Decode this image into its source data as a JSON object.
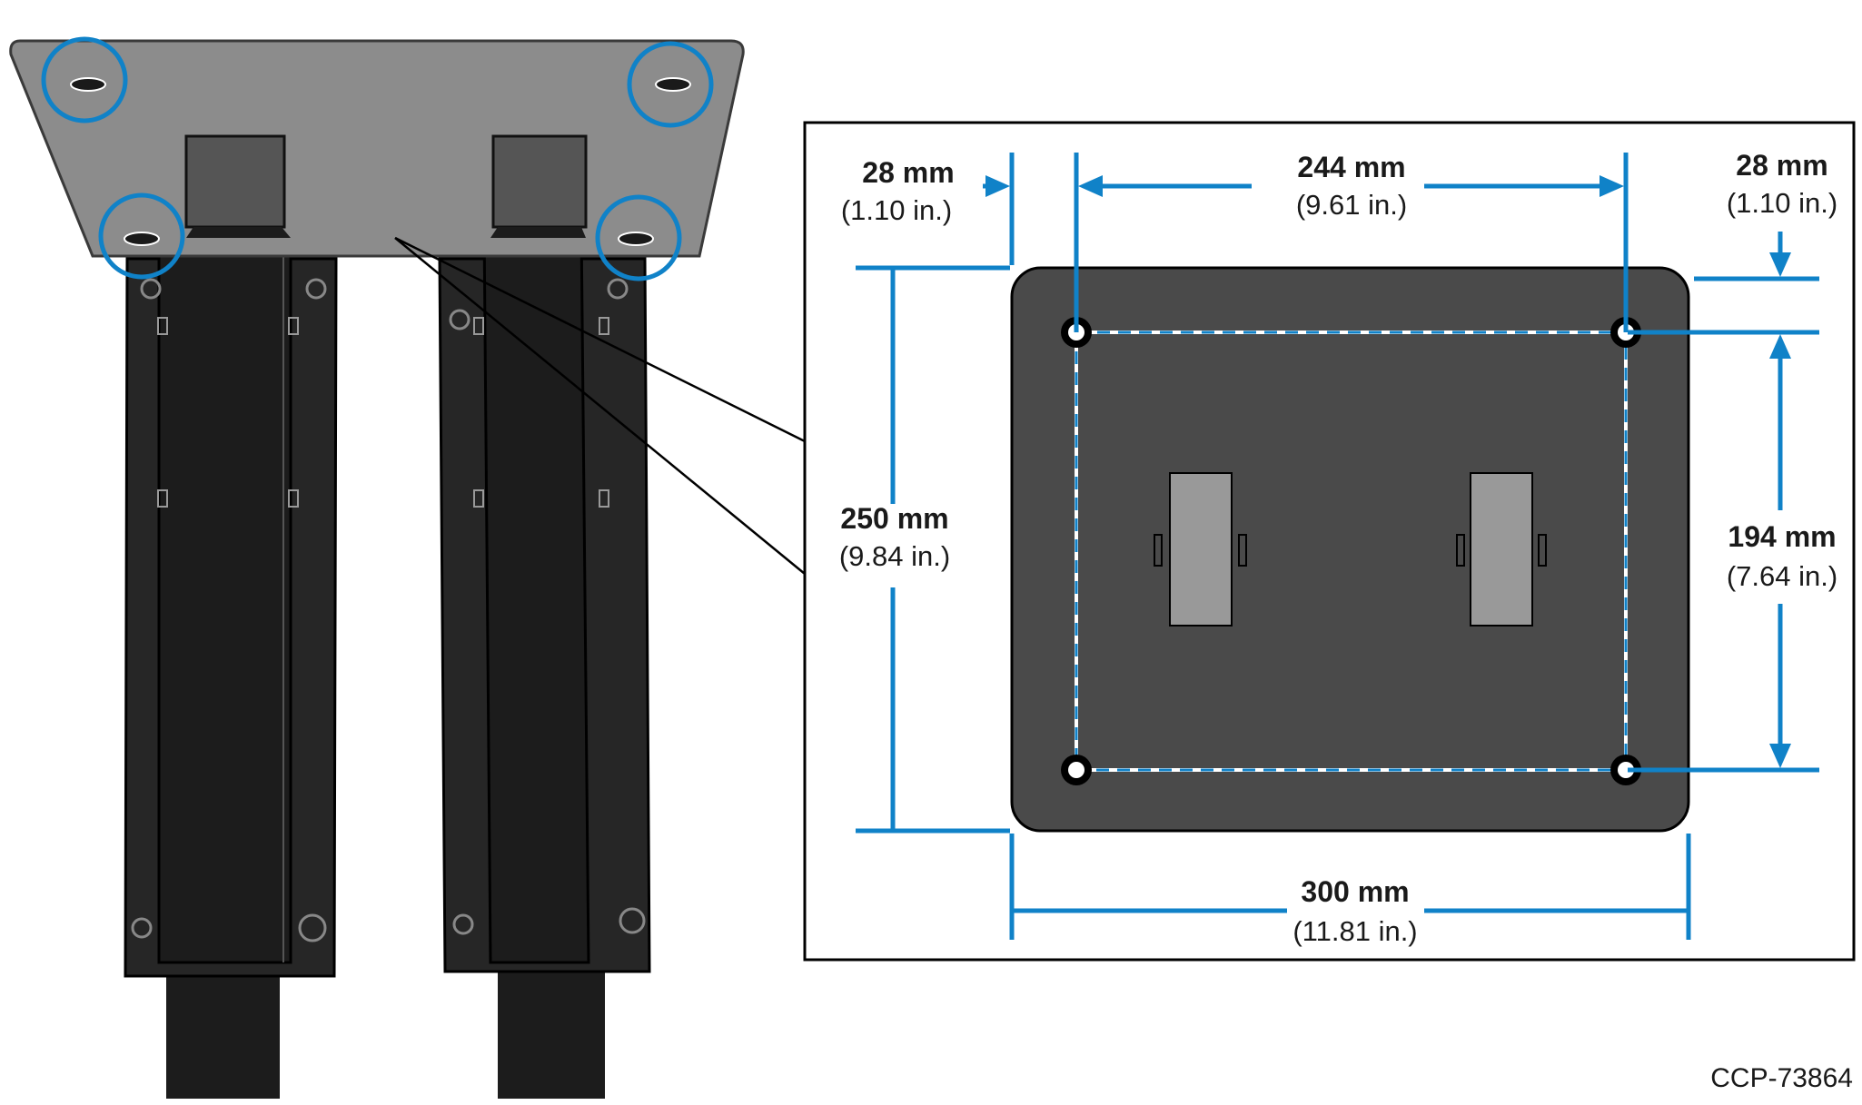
{
  "colors": {
    "dimension_blue": "#1082C8",
    "plate_dark": "#4a4a4a",
    "top_plate_gray": "#8c8c8c",
    "leg_black": "#1c1c1c"
  },
  "dimensions": {
    "hole_offset_left": {
      "metric": "28 mm",
      "imperial": "(1.10 in.)"
    },
    "hole_spacing_horizontal": {
      "metric": "244 mm",
      "imperial": "(9.61 in.)"
    },
    "hole_offset_top": {
      "metric": "28 mm",
      "imperial": "(1.10 in.)"
    },
    "plate_height": {
      "metric": "250 mm",
      "imperial": "(9.84 in.)"
    },
    "hole_spacing_vertical": {
      "metric": "194 mm",
      "imperial": "(7.64 in.)"
    },
    "plate_width": {
      "metric": "300 mm",
      "imperial": "(11.81 in.)"
    }
  },
  "figure_id": "CCP-73864"
}
